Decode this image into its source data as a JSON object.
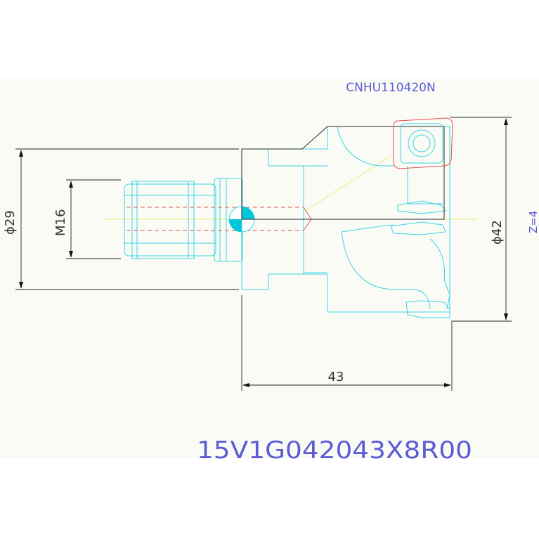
{
  "drawing": {
    "insert_code": "CNHU110420N",
    "tool_code": "15V1G042043X8R00",
    "dim_shank_diameter": "ϕ29",
    "dim_thread": "M16",
    "dim_cutting_diameter": "ϕ42",
    "dim_length": "43",
    "flutes": "Z=4"
  },
  "colors": {
    "geometry": "#39d3e6",
    "outline": "#1f2e2e",
    "insert": "#e05050",
    "centerline": "#f2e87a",
    "text": "#5b5bd6",
    "dimension": "#222222",
    "background": "#fbfbf6"
  }
}
